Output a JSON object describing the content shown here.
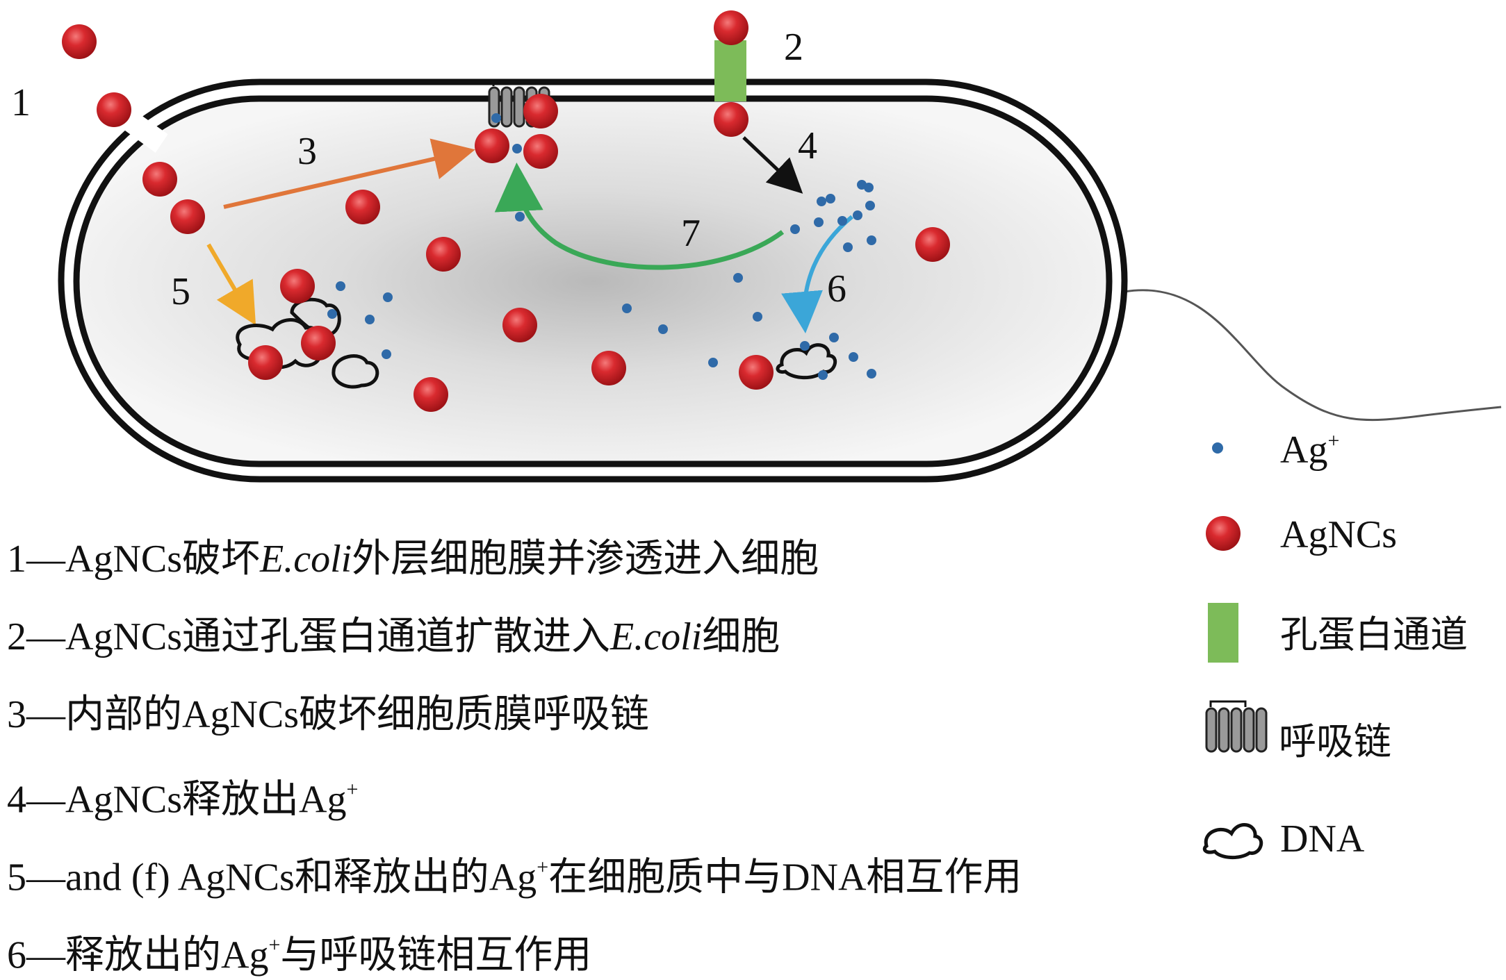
{
  "diagram": {
    "step_numbers": [
      "1",
      "2",
      "3",
      "4",
      "5",
      "6",
      "7"
    ],
    "legend": {
      "ag_ion": {
        "label": "Ag",
        "sup": "+"
      },
      "agncs": {
        "label": "AgNCs"
      },
      "porin": {
        "label": "孔蛋白通道"
      },
      "resp_chain": {
        "label": "呼吸链"
      },
      "dna": {
        "label": "DNA"
      }
    },
    "colors": {
      "agnc_red": "#d42a2f",
      "ion_blue": "#2f6aa8",
      "porin_green": "#7dbb59",
      "arrow_orange": "#e0763a",
      "arrow_yellow": "#f0a92a",
      "arrow_black": "#111111",
      "arrow_green": "#3aa857",
      "arrow_cyan": "#3ba6d8"
    }
  },
  "captions": [
    {
      "num": "1",
      "sep": "—",
      "parts": [
        {
          "text": "AgNCs破坏"
        },
        {
          "text": "E.coli",
          "italic": true
        },
        {
          "text": "外层细胞膜并渗透进入细胞"
        }
      ]
    },
    {
      "num": "2",
      "sep": "—",
      "parts": [
        {
          "text": "AgNCs通过孔蛋白通道扩散进入"
        },
        {
          "text": "E.coli",
          "italic": true
        },
        {
          "text": "细胞"
        }
      ]
    },
    {
      "num": "3",
      "sep": "—",
      "parts": [
        {
          "text": "内部的AgNCs破坏细胞质膜呼吸链"
        }
      ]
    },
    {
      "num": "4",
      "sep": "—",
      "parts": [
        {
          "text": "AgNCs释放出Ag"
        },
        {
          "text": "+",
          "sup": true
        }
      ]
    },
    {
      "num": "5",
      "sep": "—",
      "parts": [
        {
          "text": "and (f) AgNCs和释放出的Ag"
        },
        {
          "text": "+",
          "sup": true
        },
        {
          "text": "在细胞质中与DNA相互作用"
        }
      ]
    },
    {
      "num": "6",
      "sep": "—",
      "parts": [
        {
          "text": "释放出的Ag"
        },
        {
          "text": "+",
          "sup": true
        },
        {
          "text": "与呼吸链相互作用"
        }
      ]
    }
  ]
}
